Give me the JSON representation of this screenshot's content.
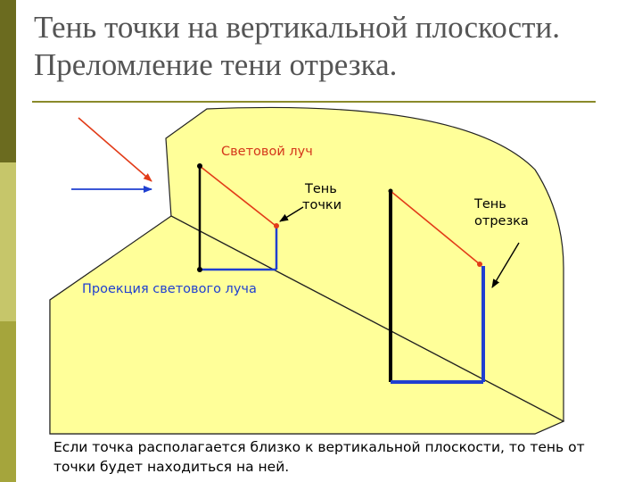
{
  "title": {
    "line1": "Тень точки на вертикальной плоскости.",
    "line2": "Преломление тени отрезка."
  },
  "labels": {
    "light_ray": "Световой луч",
    "point_shadow_line1": "Тень",
    "point_shadow_line2": "точки",
    "segment_shadow_line1": "Тень",
    "segment_shadow_line2": "отрезка",
    "ray_projection": "Проекция светового луча"
  },
  "caption": "Если точка располагается близко к вертикальной плоскости, то тень от точки будет находиться на ней.",
  "colors": {
    "sidebar_dark": "#6b6b1f",
    "sidebar_mid": "#a5a53c",
    "sidebar_light": "#c6c66a",
    "plane_fill": "#ffff99",
    "ray": "#e23b18",
    "projection": "#1f3fd0",
    "red_label": "#d4361a",
    "blue_label": "#1f3fd0"
  }
}
